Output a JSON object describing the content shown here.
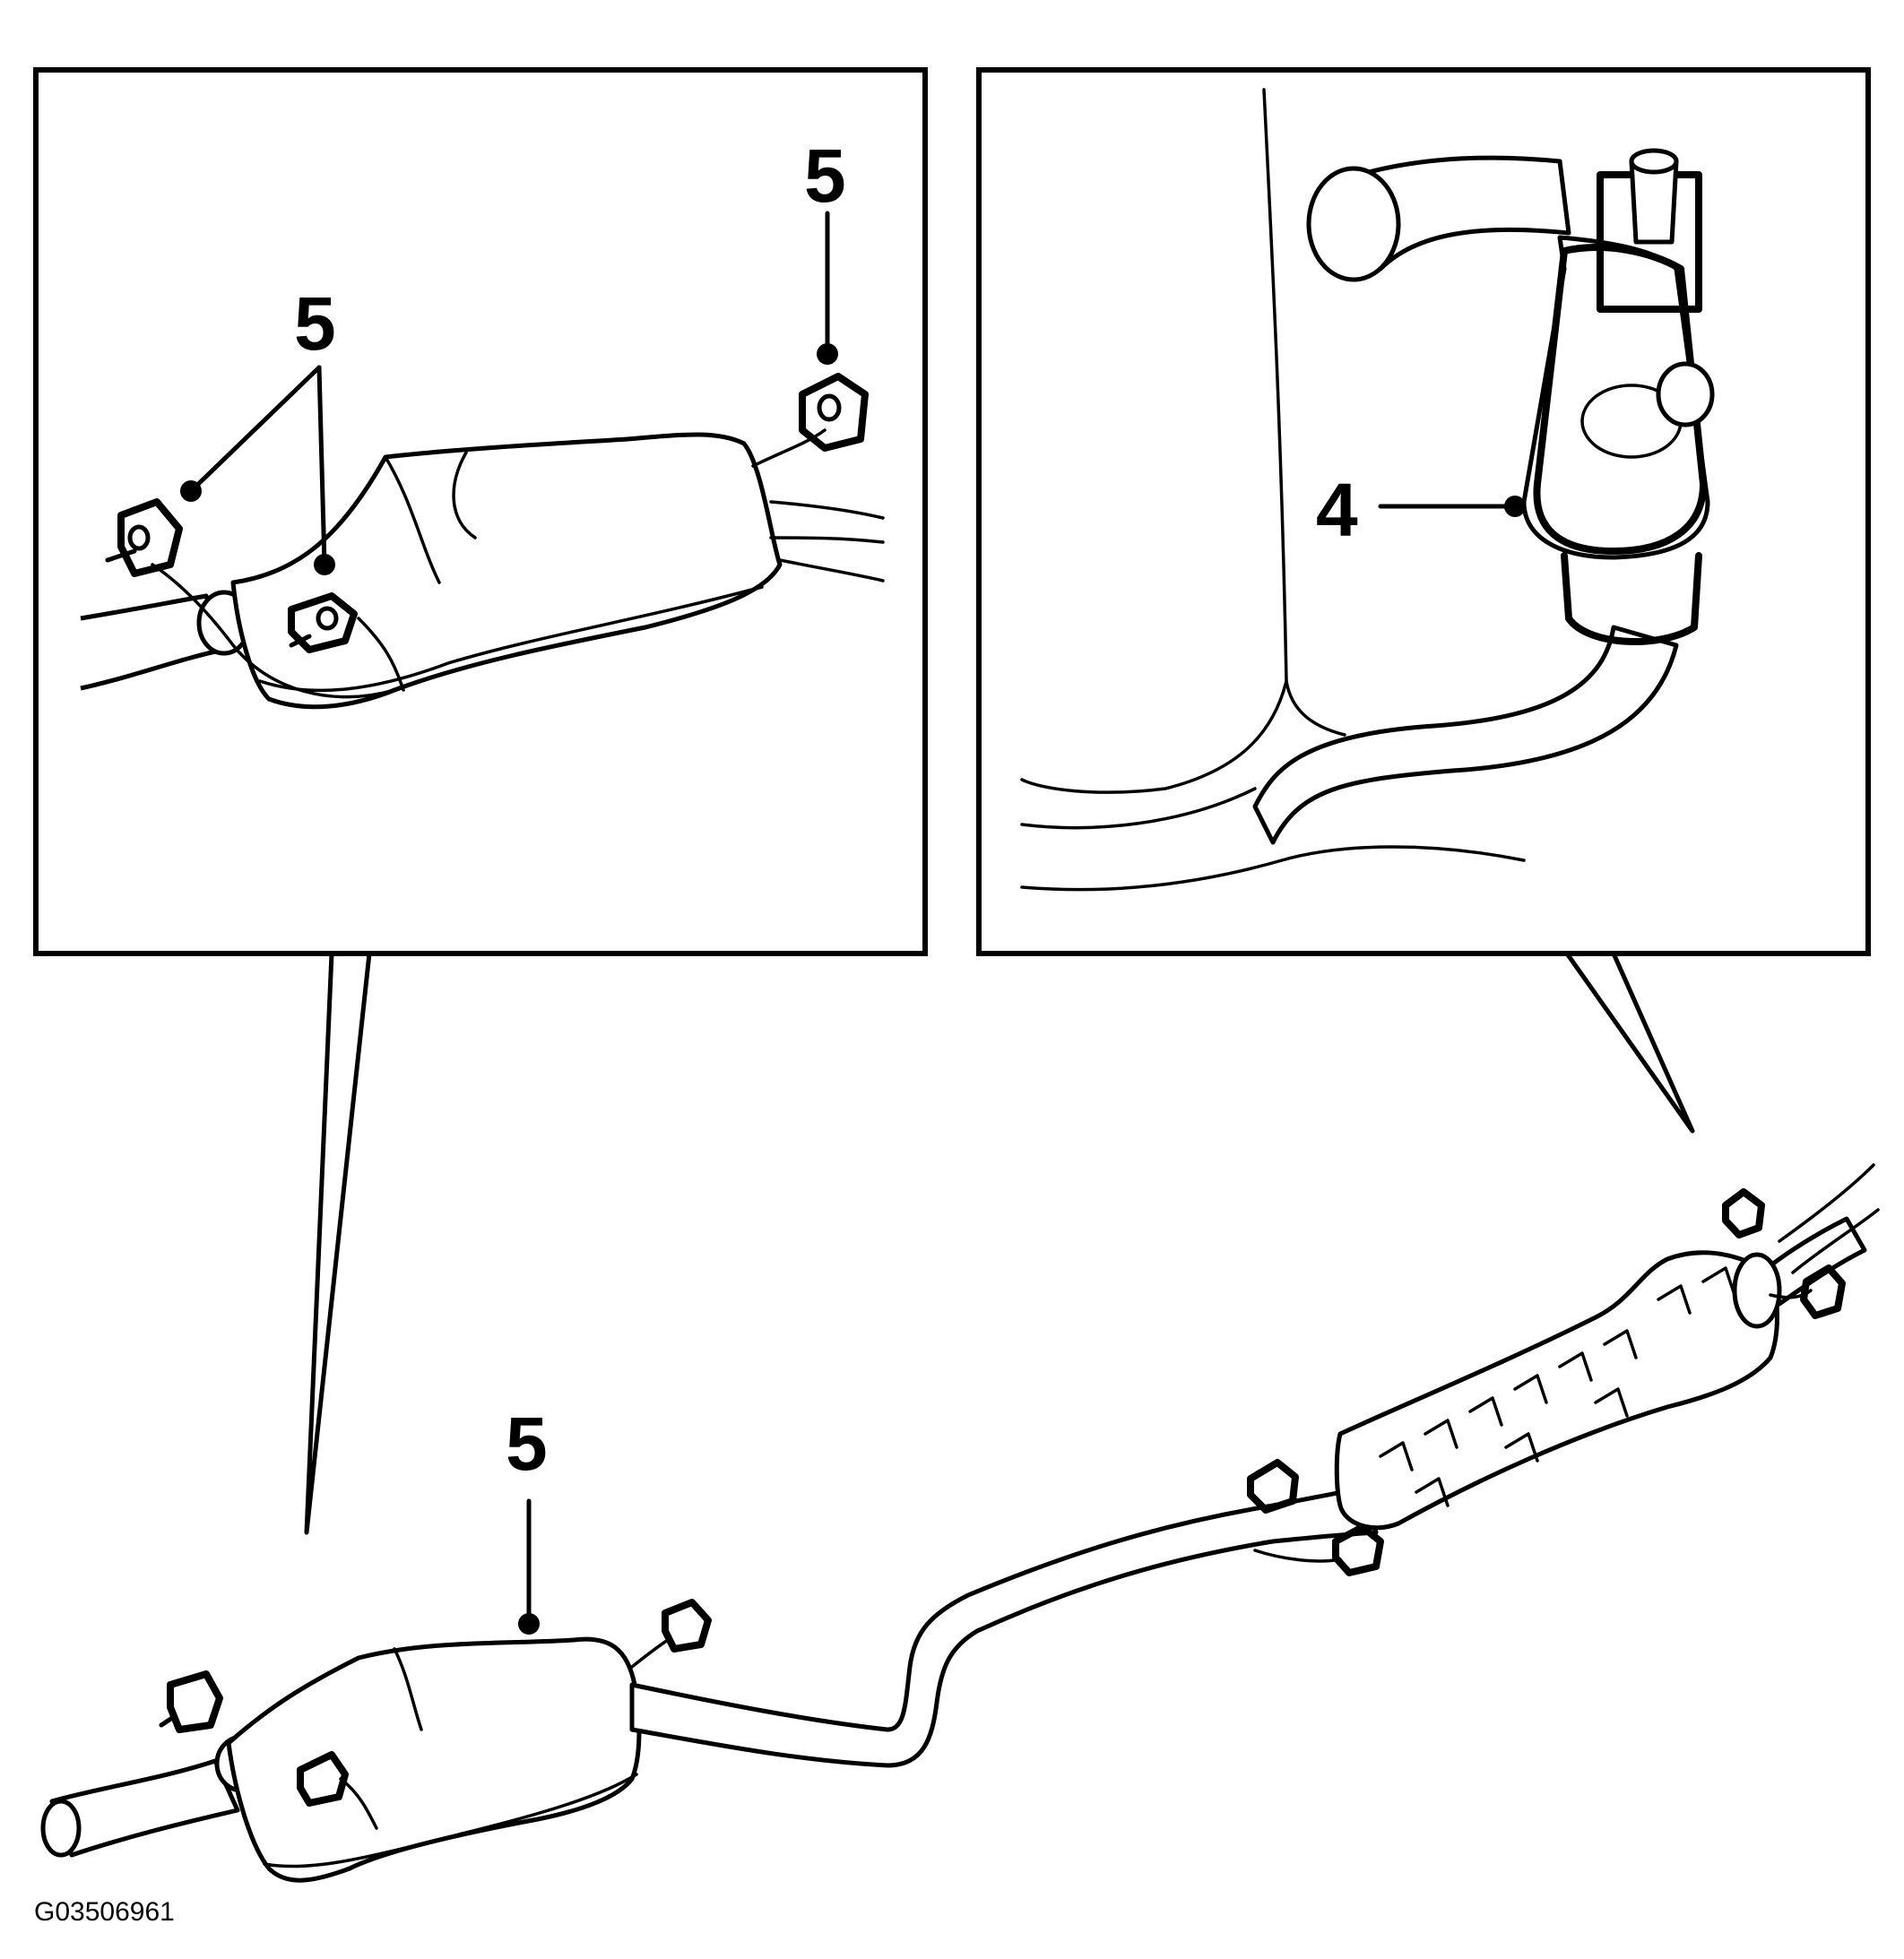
{
  "callouts": {
    "left_top_right": "5",
    "left_top_left": "5",
    "right_catalyst": "4",
    "main_muffler": "5"
  },
  "figure_id": "G03506961"
}
